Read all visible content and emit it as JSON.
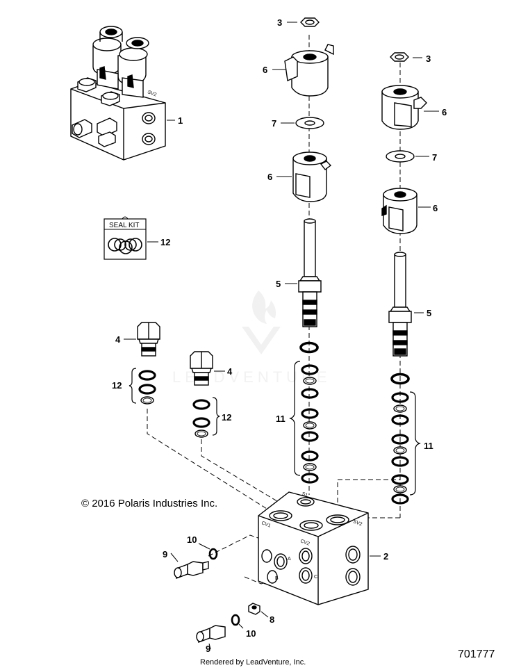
{
  "diagram": {
    "copyright": "© 2016 Polaris Industries Inc.",
    "rendered_by": "Rendered by LeadVenture, Inc.",
    "diagram_number": "701777",
    "watermark": "LEADVENTURE",
    "seal_kit_label": "SEAL KIT",
    "callouts": {
      "c1": "1",
      "c2": "2",
      "c3a": "3",
      "c3b": "3",
      "c4a": "4",
      "c4b": "4",
      "c5a": "5",
      "c5b": "5",
      "c6a": "6",
      "c6b": "6",
      "c6c": "6",
      "c6d": "6",
      "c7a": "7",
      "c7b": "7",
      "c8": "8",
      "c9a": "9",
      "c9b": "9",
      "c10a": "10",
      "c10b": "10",
      "c11a": "11",
      "c11b": "11",
      "c12a": "12",
      "c12b": "12",
      "c12c": "12"
    }
  }
}
